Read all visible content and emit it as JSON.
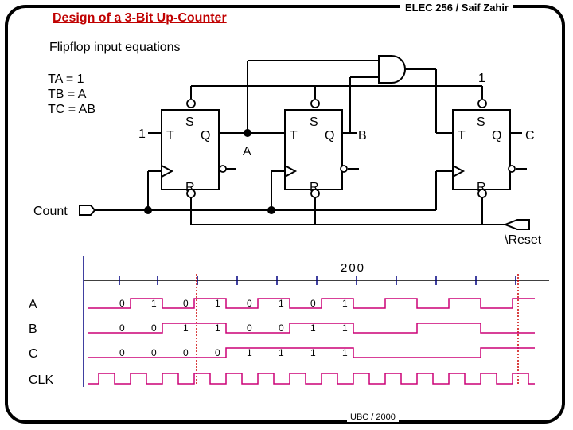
{
  "header": {
    "course": "ELEC 256 / Saif Zahir",
    "title": "Design of a 3-Bit Up-Counter",
    "subtitle": "Flipflop input equations"
  },
  "equations": [
    "TA = 1",
    "TB = A",
    "TC = AB"
  ],
  "circuit": {
    "ff_t_label": "T",
    "ff_s_label": "S",
    "ff_q_label": "Q",
    "ff_r_label": "R",
    "const_one_left": "1",
    "const_one_top": "1",
    "net_a": "A",
    "out_b": "B",
    "out_c": "C",
    "count_label": "Count",
    "reset_label": "\\Reset"
  },
  "timing": {
    "marker_label": "200",
    "signals": [
      {
        "name": "A",
        "values": [
          "0",
          "1",
          "0",
          "1",
          "0",
          "1",
          "0",
          "1"
        ]
      },
      {
        "name": "B",
        "values": [
          "0",
          "0",
          "1",
          "1",
          "0",
          "0",
          "1",
          "1"
        ]
      },
      {
        "name": "C",
        "values": [
          "0",
          "0",
          "0",
          "0",
          "1",
          "1",
          "1",
          "1"
        ]
      }
    ],
    "clock_name": "CLK",
    "wave_color": "#cc0077",
    "marker_color": "#cc0000",
    "cursor_color": "#000080"
  },
  "footer": "UBC / 2000"
}
